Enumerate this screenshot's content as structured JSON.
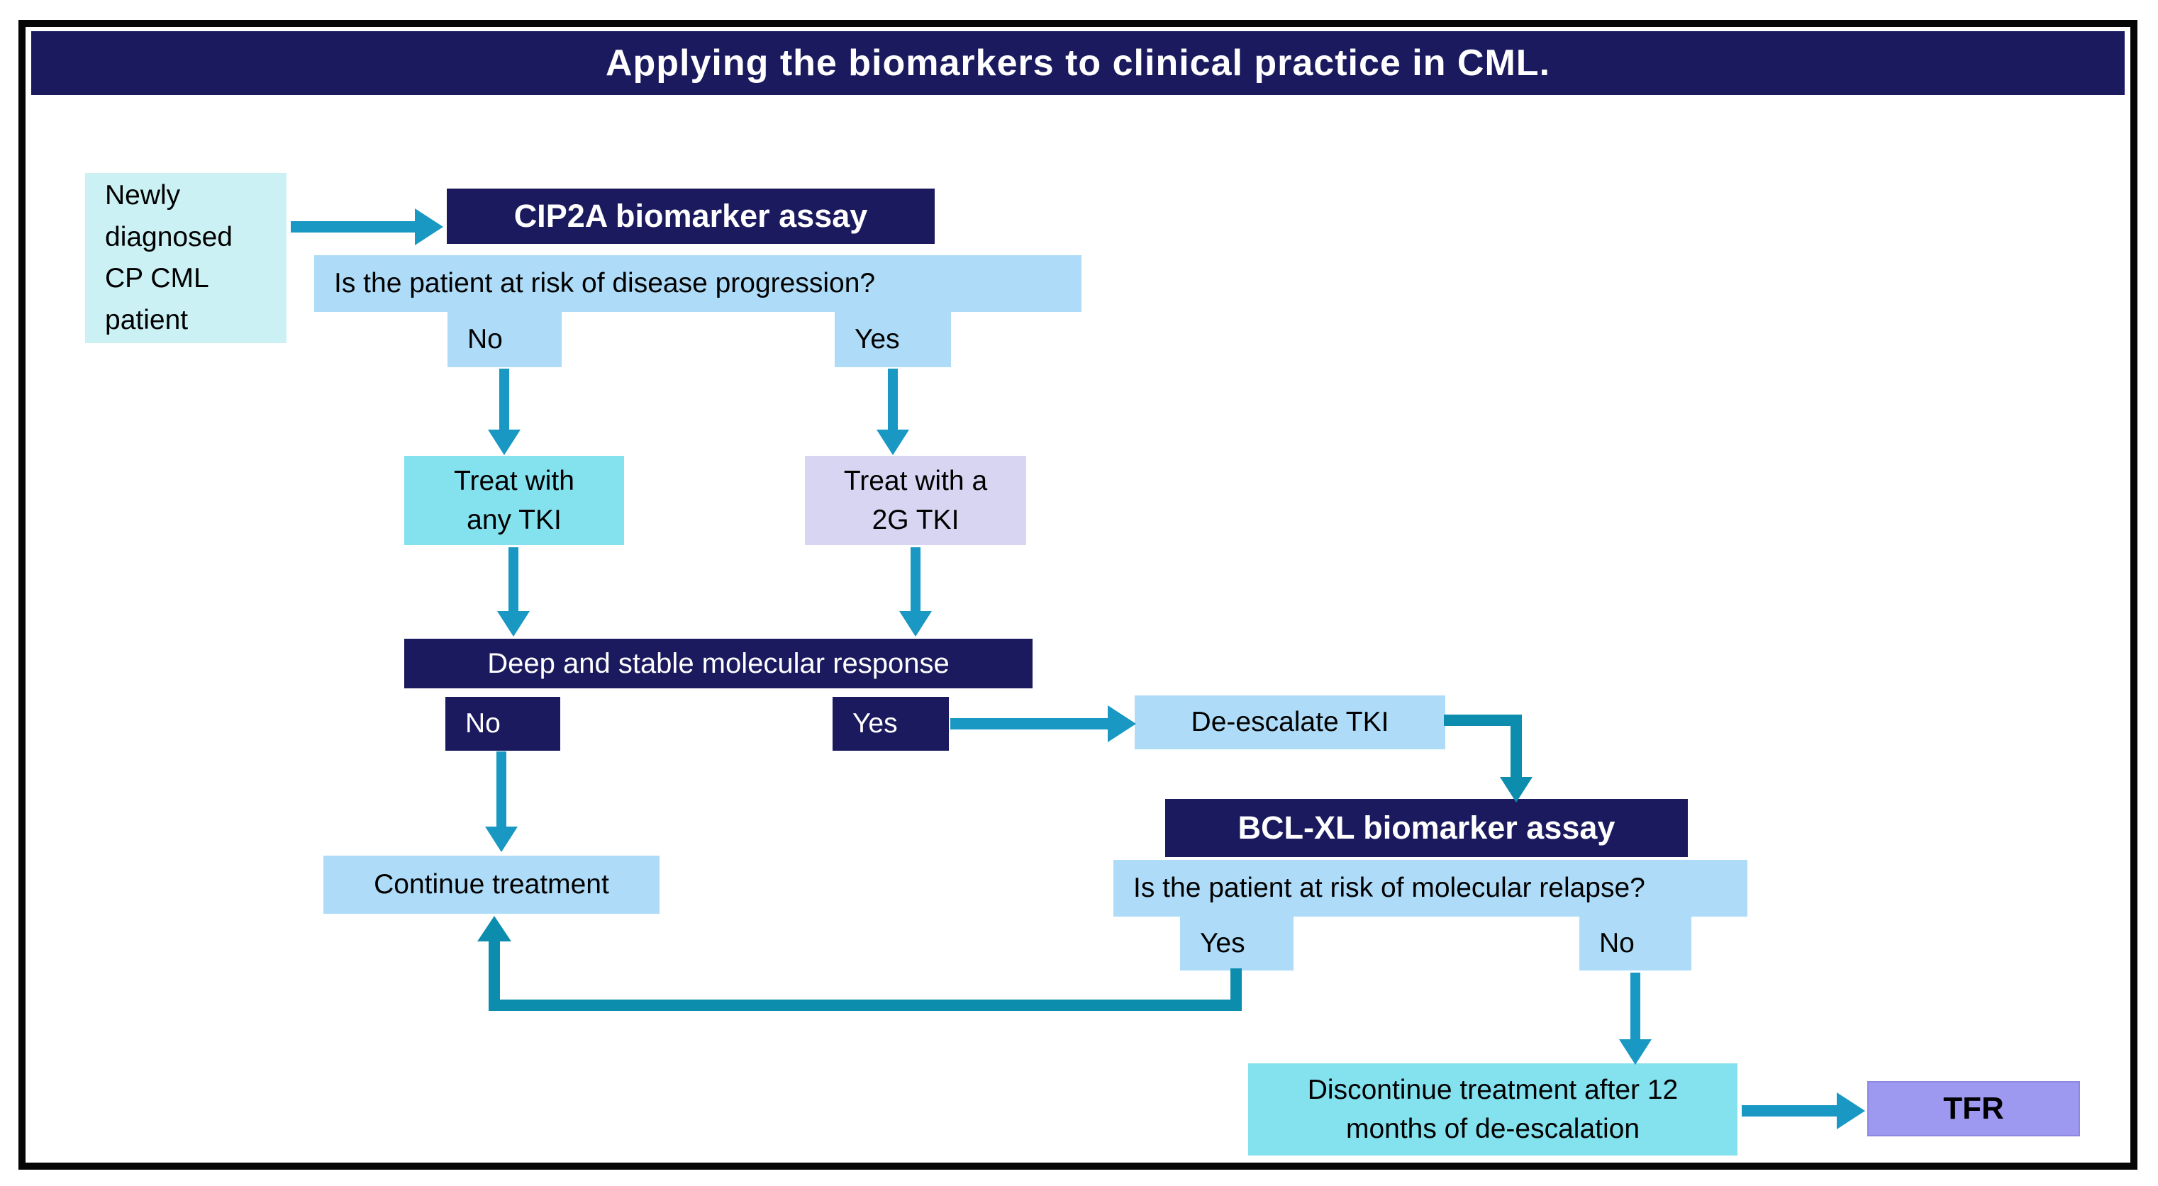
{
  "title": "Applying the biomarkers to clinical practice in CML.",
  "colors": {
    "navy": "#1b1a5e",
    "arrow_teal": "#1898c2",
    "arrow_teal_dark": "#0d8dad",
    "light_blue": "#aedcf8",
    "pale_cyan": "#ccf1f5",
    "cyan": "#84e1ee",
    "lavender": "#d8d5f2",
    "periwinkle": "#9e99f0",
    "title_text": "#ffffff",
    "body_text": "#000000"
  },
  "nodes": {
    "newly": {
      "label": "Newly\ndiagnosed\nCP CML\npatient"
    },
    "cip2a": {
      "label": "CIP2A biomarker assay"
    },
    "q1": {
      "label": "Is the patient at risk of disease progression?"
    },
    "no1": {
      "label": "No"
    },
    "yes1": {
      "label": "Yes"
    },
    "treat_any": {
      "label": "Treat with\nany TKI"
    },
    "treat_2g": {
      "label": "Treat with a\n2G TKI"
    },
    "deep": {
      "label": "Deep and stable molecular response"
    },
    "no2": {
      "label": "No"
    },
    "yes2": {
      "label": "Yes"
    },
    "deescalate": {
      "label": "De-escalate TKI"
    },
    "bclxl": {
      "label": "BCL-XL biomarker assay"
    },
    "q2": {
      "label": "Is the patient at risk of molecular relapse?"
    },
    "yes3": {
      "label": "Yes"
    },
    "no3": {
      "label": "No"
    },
    "continue": {
      "label": "Continue treatment"
    },
    "discontinue": {
      "label": "Discontinue treatment after 12\nmonths of de-escalation"
    },
    "tfr": {
      "label": "TFR"
    }
  },
  "connectors": [
    {
      "from": "newly",
      "to": "cip2a"
    },
    {
      "from": "no1",
      "to": "treat_any"
    },
    {
      "from": "yes1",
      "to": "treat_2g"
    },
    {
      "from": "treat_any",
      "to": "deep"
    },
    {
      "from": "treat_2g",
      "to": "deep"
    },
    {
      "from": "yes2",
      "to": "deescalate"
    },
    {
      "from": "deescalate",
      "to": "bclxl"
    },
    {
      "from": "no2",
      "to": "continue"
    },
    {
      "from": "yes3",
      "to": "continue"
    },
    {
      "from": "no3",
      "to": "discontinue"
    },
    {
      "from": "discontinue",
      "to": "tfr"
    }
  ]
}
